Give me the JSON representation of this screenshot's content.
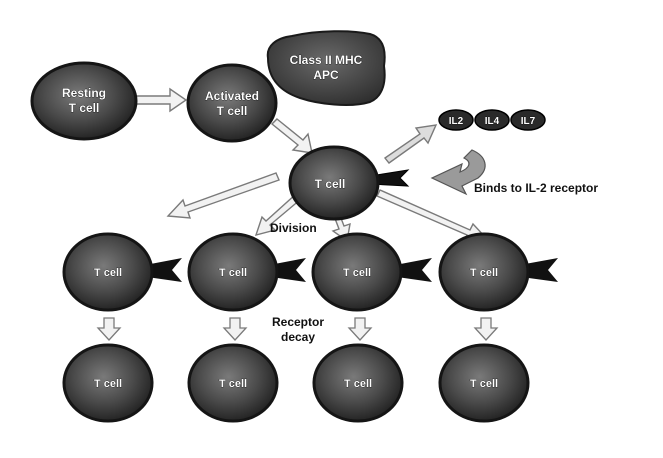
{
  "cells": {
    "resting": [
      "Resting",
      "T cell"
    ],
    "activated": [
      "Activated",
      "T cell"
    ],
    "center": "T cell",
    "row1": [
      "T cell",
      "T cell",
      "T cell",
      "T cell"
    ],
    "row2": [
      "T cell",
      "T cell",
      "T cell",
      "T cell"
    ]
  },
  "apc": [
    "Class II MHC",
    "APC"
  ],
  "interleukins": [
    "IL2",
    "IL4",
    "IL7"
  ],
  "labels": {
    "binds": "Binds to IL-2 receptor",
    "division": "Division",
    "receptor_decay": [
      "Receptor",
      "decay"
    ]
  },
  "colors": {
    "cell_fill": "#4a4a4a",
    "cell_rim": "#1a1a1a",
    "arrow_fill": "#f2f2f2",
    "arrow_stroke": "#7a7a7a",
    "receptor": "#111111",
    "background": "#ffffff"
  }
}
